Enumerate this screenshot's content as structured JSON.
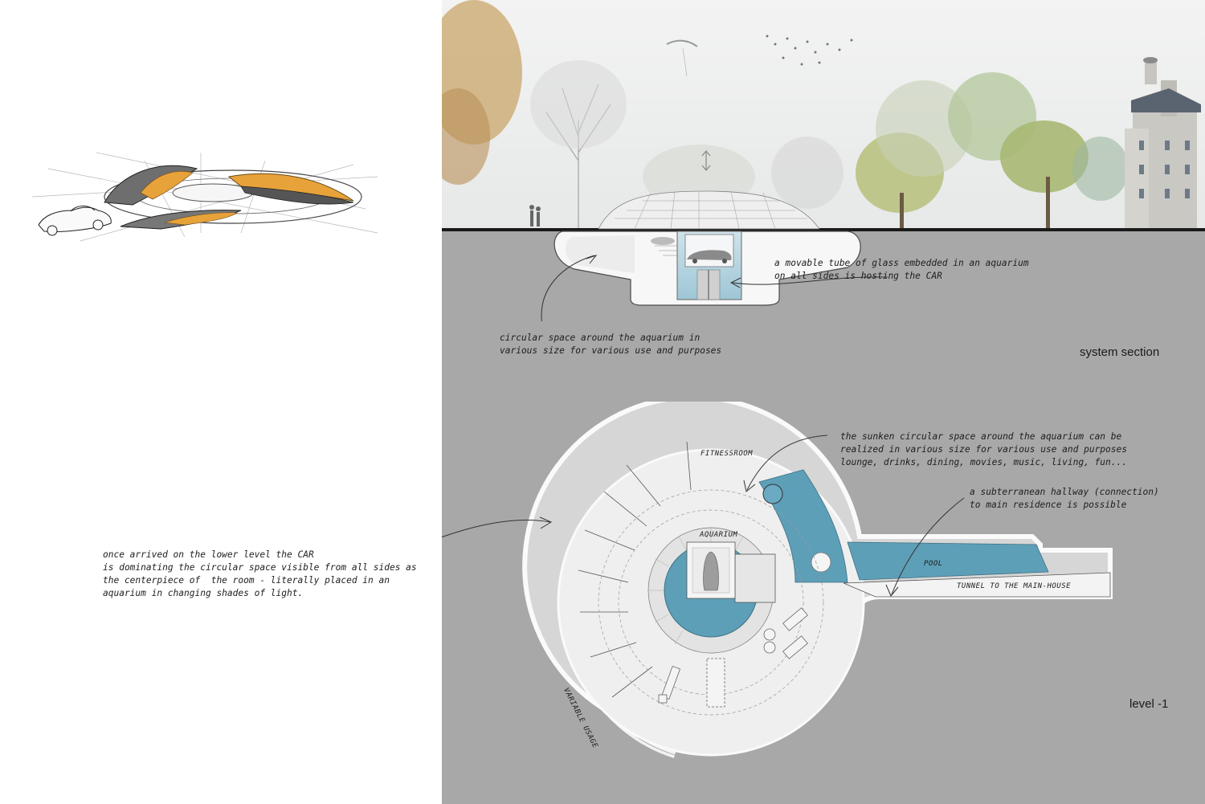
{
  "notes": {
    "car_intro": "once arrived on the lower level the CAR\nis dominating the circular space visible from all sides as\nthe centerpiece of  the room - literally placed in an\naquarium in changing shades of light.",
    "glass_tube": "a movable tube of glass embedded in an aquarium\non all sides is hosting the CAR",
    "circular_space": "circular space around the aquarium in\nvarious size for various use and purposes",
    "sunken_space": "the sunken circular space around the aquarium can be\nrealized in various size for various use and purposes\nlounge, drinks, dining, movies, music, living, fun...",
    "hallway": "a subterranean hallway (connection)\nto main residence is possible"
  },
  "section_title": "system section",
  "plan_title": "level -1",
  "plan_labels": {
    "fitness": "FITNESSROOM",
    "aquarium": "AQUARIUM",
    "pool": "POOL",
    "tunnel": "TUNNEL TO THE MAIN-HOUSE",
    "variable": "VARIABLE USAGE"
  },
  "colors": {
    "ground": "#a8a8a8",
    "water": "#5e9fb8",
    "sketch_accent": "#e8a23a",
    "structure": "#eeeeee"
  }
}
